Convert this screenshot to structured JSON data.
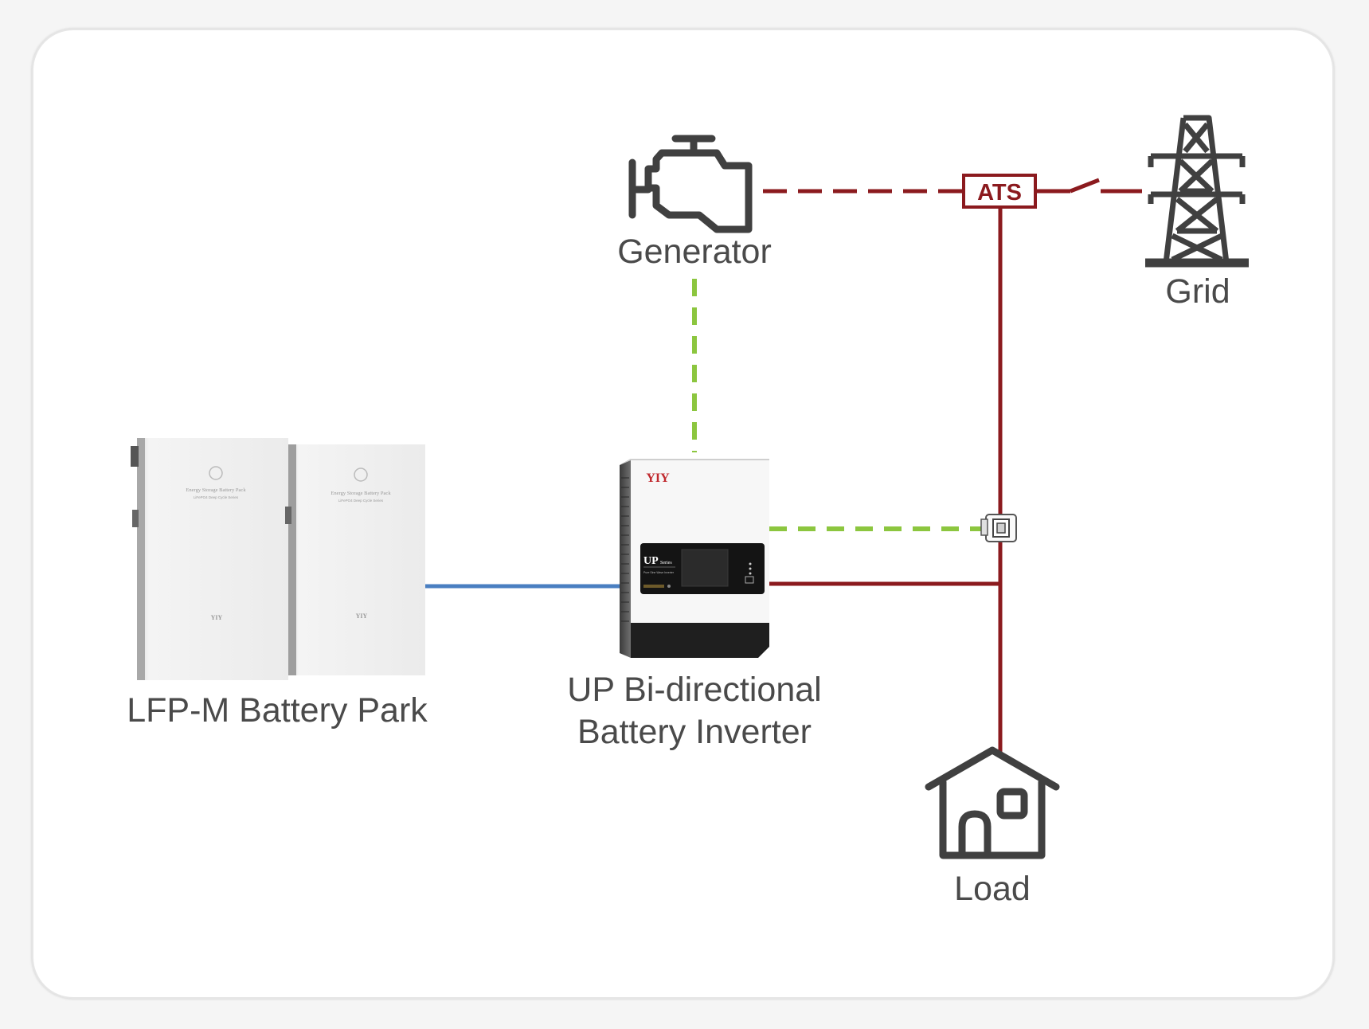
{
  "labels": {
    "generator": "Generator",
    "grid": "Grid",
    "battery_park": "LFP-M Battery Park",
    "inverter_line1": "UP Bi-directional",
    "inverter_line2": "Battery Inverter",
    "load": "Load"
  },
  "ats_label": "ATS",
  "inverter_device": {
    "brand": "YIY",
    "series_name": "UP",
    "series_suffix": "Series",
    "subtitle": "Pure Sine Wave Inverter"
  },
  "battery_modules": [
    {
      "title": "Energy Storage Battery Pack",
      "subtitle": "LiFePO4 Deep Cycle Series",
      "brand": "YIY"
    },
    {
      "title": "Energy Storage Battery Pack",
      "subtitle": "LiFePO4 Deep Cycle Series",
      "brand": "YIY"
    }
  ],
  "colors": {
    "ac_line": "#8b1a1e",
    "dc_line": "#4a7fc1",
    "signal_line": "#8cc63f",
    "icon": "#404040",
    "label_text": "#4a4a4a",
    "brand_red": "#c0282d"
  },
  "icons": {
    "generator": "engine-icon",
    "grid": "transmission-tower-icon",
    "load": "house-icon",
    "switch": "breaker-switch-icon"
  }
}
